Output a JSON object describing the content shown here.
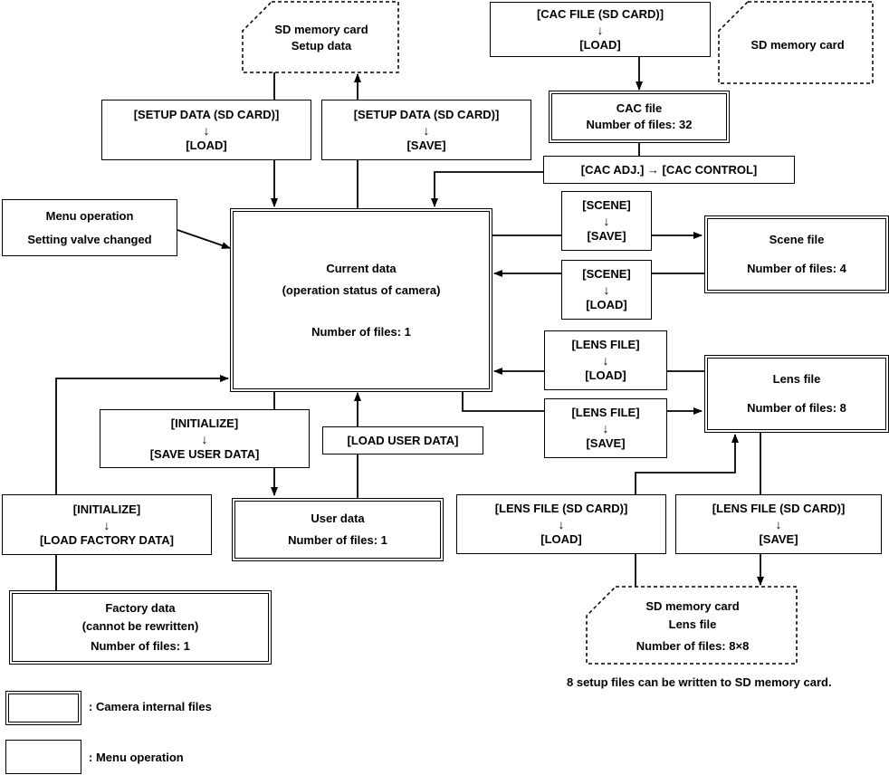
{
  "sd_setup": {
    "line1": "SD memory card",
    "line2": "Setup data"
  },
  "sd_cac": {
    "line1": "SD memory card"
  },
  "cac_load": {
    "line1": "[CAC FILE (SD CARD)]",
    "line2": "[LOAD]"
  },
  "cac_file": {
    "line1": "CAC file",
    "line2": "Number of files: 32"
  },
  "cac_adj": {
    "label": "[CAC ADJ.] → [CAC CONTROL]"
  },
  "setup_load": {
    "line1": "[SETUP DATA (SD CARD)]",
    "line2": "[LOAD]"
  },
  "setup_save": {
    "line1": "[SETUP DATA (SD CARD)]",
    "line2": "[SAVE]"
  },
  "menu_op": {
    "line1": "Menu operation",
    "line2": "Setting valve changed"
  },
  "current": {
    "line1": "Current data",
    "line2": "(operation status of camera)",
    "line3": "Number of files: 1"
  },
  "scene_save": {
    "line1": "[SCENE]",
    "line2": "[SAVE]"
  },
  "scene_load": {
    "line1": "[SCENE]",
    "line2": "[LOAD]"
  },
  "scene_file": {
    "line1": "Scene file",
    "line2": "Number of files: 4"
  },
  "lens_load": {
    "line1": "[LENS FILE]",
    "line2": "[LOAD]"
  },
  "lens_save": {
    "line1": "[LENS FILE]",
    "line2": "[SAVE]"
  },
  "lens_file": {
    "line1": "Lens file",
    "line2": "Number of files: 8"
  },
  "init_save": {
    "line1": "[INITIALIZE]",
    "line2": "[SAVE USER DATA]"
  },
  "load_user": {
    "label": "[LOAD USER DATA]"
  },
  "user_data": {
    "line1": "User data",
    "line2": "Number of files: 1"
  },
  "init_factory": {
    "line1": "[INITIALIZE]",
    "line2": "[LOAD FACTORY DATA]"
  },
  "factory": {
    "line1": "Factory data",
    "line2": "(cannot be rewritten)",
    "line3": "Number of files: 1"
  },
  "lens_sd_load": {
    "line1": "[LENS FILE (SD CARD)]",
    "line2": "[LOAD]"
  },
  "lens_sd_save": {
    "line1": "[LENS FILE (SD CARD)]",
    "line2": "[SAVE]"
  },
  "sd_lens": {
    "line1": "SD memory card",
    "line2": "Lens file",
    "line3": "Number of files: 8×8"
  },
  "note": "8 setup files can be written to SD memory card.",
  "legend": {
    "internal": ": Camera internal files",
    "menu": ": Menu operation"
  },
  "down_arrow": "↓"
}
